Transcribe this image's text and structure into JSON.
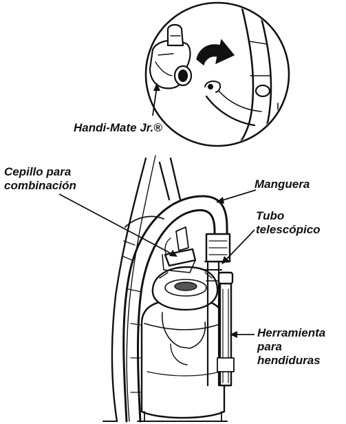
{
  "labels": {
    "handi_mate": "Handi-Mate Jr.®",
    "cepillo": [
      "Cepillo para",
      "combinación"
    ],
    "manguera": "Manguera",
    "tubo": [
      "Tubo",
      "telescópico"
    ],
    "herramienta": [
      "Herramienta",
      "para",
      "hendiduras"
    ]
  },
  "colors": {
    "ink": "#111111",
    "background": "#ffffff"
  },
  "icons": [
    "rotate-arrow-icon"
  ]
}
